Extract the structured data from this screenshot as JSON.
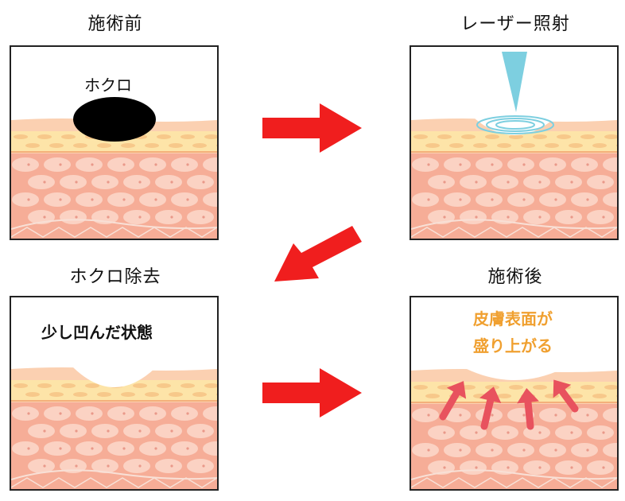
{
  "steps": {
    "before": {
      "title": "施術前",
      "label": "ホクロ"
    },
    "laser": {
      "title": "レーザー照射"
    },
    "removed": {
      "title": "ホクロ除去",
      "label": "少し凹んだ状態"
    },
    "after": {
      "title": "施術後",
      "label_line1": "皮膚表面が",
      "label_line2": "盛り上がる"
    }
  },
  "colors": {
    "arrow": "#f01e1e",
    "skin_surface": "#fbd0b1",
    "fat_band": "#fde4a8",
    "cell_bg": "#f6ad97",
    "cell": "#fbd2c3",
    "laser": "#7dcfe0",
    "raise_arrow": "#e8525e",
    "raise_text": "#f0a030",
    "mole": "#000000"
  }
}
